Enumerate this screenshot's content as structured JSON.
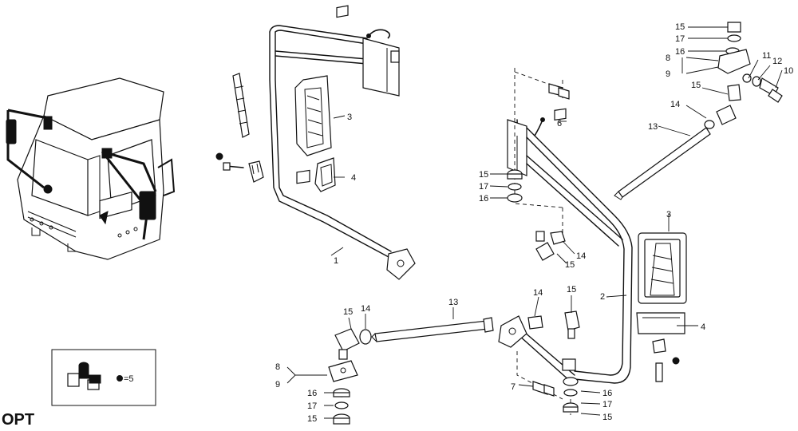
{
  "labels": {
    "l1": "1",
    "l2": "2",
    "l3a": "3",
    "l3b": "3",
    "l4a": "4",
    "l4b": "4",
    "l6": "6",
    "l7": "7",
    "l8a": "8",
    "l9a": "9",
    "l8b": "8",
    "l9b": "9",
    "l10": "10",
    "l11": "11",
    "l12": "12",
    "l13a": "13",
    "l13b": "13",
    "l14a": "14",
    "l14b": "14",
    "l14c": "14",
    "l14d": "14",
    "l15a": "15",
    "l15b": "15",
    "l15c": "15",
    "l15d": "15",
    "l15e": "15",
    "l15f": "15",
    "l15g": "15",
    "l16a": "16",
    "l16b": "16",
    "l16c": "16",
    "l16d": "16",
    "l17a": "17",
    "l17b": "17",
    "l17c": "17",
    "l17d": "17"
  },
  "legend": {
    "count": "=5"
  },
  "footer": {
    "opt": "OPT"
  }
}
